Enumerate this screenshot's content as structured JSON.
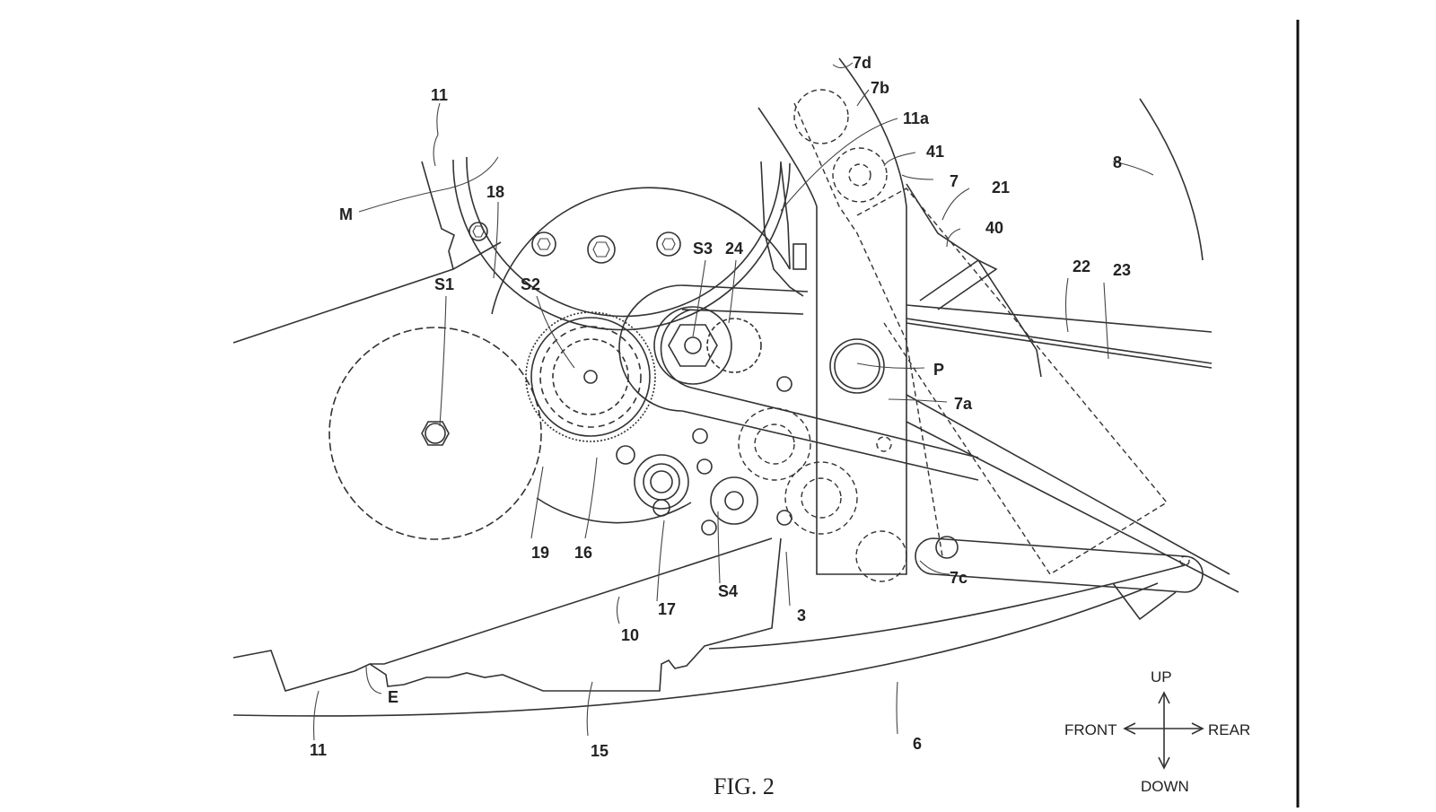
{
  "figure": {
    "caption": "FIG. 2",
    "reference_labels": {
      "L_11_top": "11",
      "L_M": "M",
      "L_18": "18",
      "L_S1": "S1",
      "L_S2": "S2",
      "L_S3": "S3",
      "L_24": "24",
      "L_7d": "7d",
      "L_7b": "7b",
      "L_11a": "11a",
      "L_41": "41",
      "L_7": "7",
      "L_21": "21",
      "L_40": "40",
      "L_8": "8",
      "L_22": "22",
      "L_23": "23",
      "L_P": "P",
      "L_7a": "7a",
      "L_19": "19",
      "L_16": "16",
      "L_17": "17",
      "L_S4": "S4",
      "L_3": "3",
      "L_7c": "7c",
      "L_10": "10",
      "L_E": "E",
      "L_11_bottom": "11",
      "L_15": "15",
      "L_6": "6"
    },
    "direction_indicator": {
      "up": "UP",
      "down": "DOWN",
      "front": "FRONT",
      "rear": "REAR"
    }
  }
}
